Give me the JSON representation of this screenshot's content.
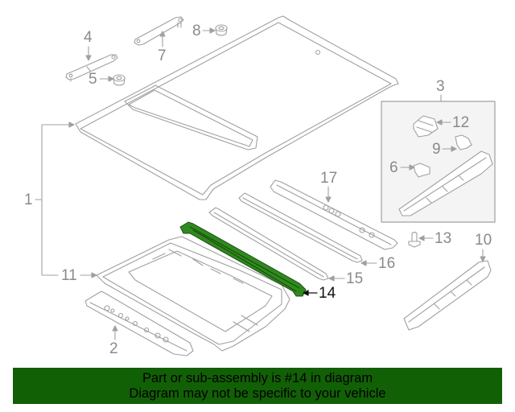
{
  "diagram": {
    "title": "Roof panel & components exploded diagram",
    "highlighted_part": "14",
    "colors": {
      "line_art": "#a0a0a0",
      "callout_text": "#8a8a8a",
      "highlight_part_fill": "#2f8a1e",
      "highlight_callout": "#111111",
      "group_box_fill": "#f4f4f4",
      "group_box_border": "#a0a0a0",
      "banner_bg": "#126006"
    },
    "callouts": [
      {
        "id": "c1",
        "label": "1"
      },
      {
        "id": "c2",
        "label": "2"
      },
      {
        "id": "c3",
        "label": "3"
      },
      {
        "id": "c4",
        "label": "4"
      },
      {
        "id": "c5",
        "label": "5"
      },
      {
        "id": "c6",
        "label": "6"
      },
      {
        "id": "c7",
        "label": "7"
      },
      {
        "id": "c8",
        "label": "8"
      },
      {
        "id": "c9",
        "label": "9"
      },
      {
        "id": "c10",
        "label": "10"
      },
      {
        "id": "c11",
        "label": "11"
      },
      {
        "id": "c12",
        "label": "12"
      },
      {
        "id": "c13",
        "label": "13"
      },
      {
        "id": "c14",
        "label": "14"
      },
      {
        "id": "c15",
        "label": "15"
      },
      {
        "id": "c16",
        "label": "16"
      },
      {
        "id": "c17",
        "label": "17"
      }
    ]
  },
  "banner": {
    "line1": "Part or sub-assembly is #14 in diagram",
    "line2": "Diagram may not be specific to your vehicle"
  }
}
